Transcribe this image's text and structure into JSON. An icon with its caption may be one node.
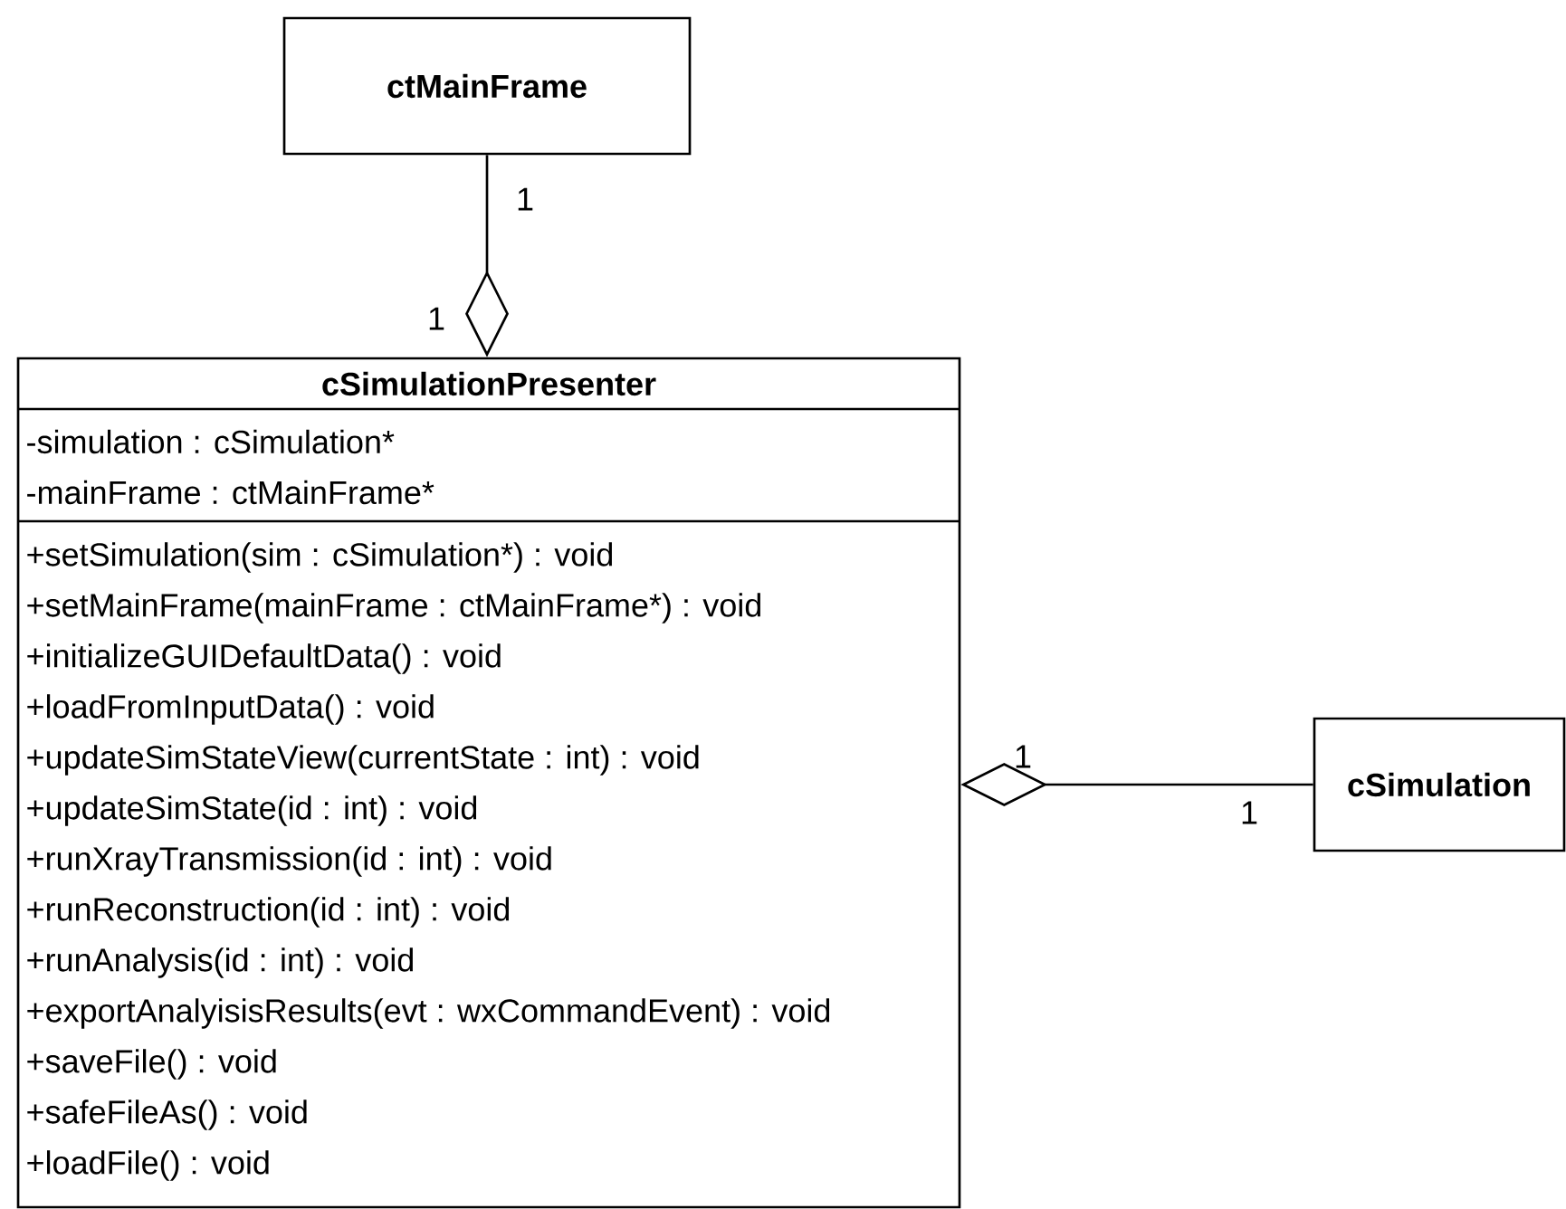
{
  "diagram": {
    "nodes": [
      {
        "text": [
          "ctMainFrame"
        ]
      },
      {
        "text": [
          "cSimulationPresenter",
          "-simulation : cSimulation*",
          "-mainFrame : ctMainFrame*",
          "+setSimulation(sim : cSimulation*) : void",
          "+setMainFrame(mainFrame : ctMainFrame*) : void",
          "+initializeGUIDefaultData() : void",
          "+loadFromInputData() : void",
          "+updateSimStateView(currentState : int) : void",
          "+updateSimState(id : int) : void",
          "+runXrayTransmission(id : int) : void",
          "+runReconstruction(id : int) : void",
          "+runAnalysis(id : int) : void",
          "+exportAnalyisisResults(evt : wxCommandEvent) : void",
          "+saveFile() : void",
          "+safeFileAs() : void",
          "+loadFile() : void"
        ]
      },
      {
        "text": [
          "cSimulation"
        ]
      }
    ],
    "edges": [
      {
        "from": 0,
        "to": 1,
        "arrow": "other"
      },
      {
        "from": 2,
        "to": 1,
        "arrow": "other"
      }
    ],
    "labels": [
      "1",
      "1",
      "1",
      "1"
    ]
  }
}
